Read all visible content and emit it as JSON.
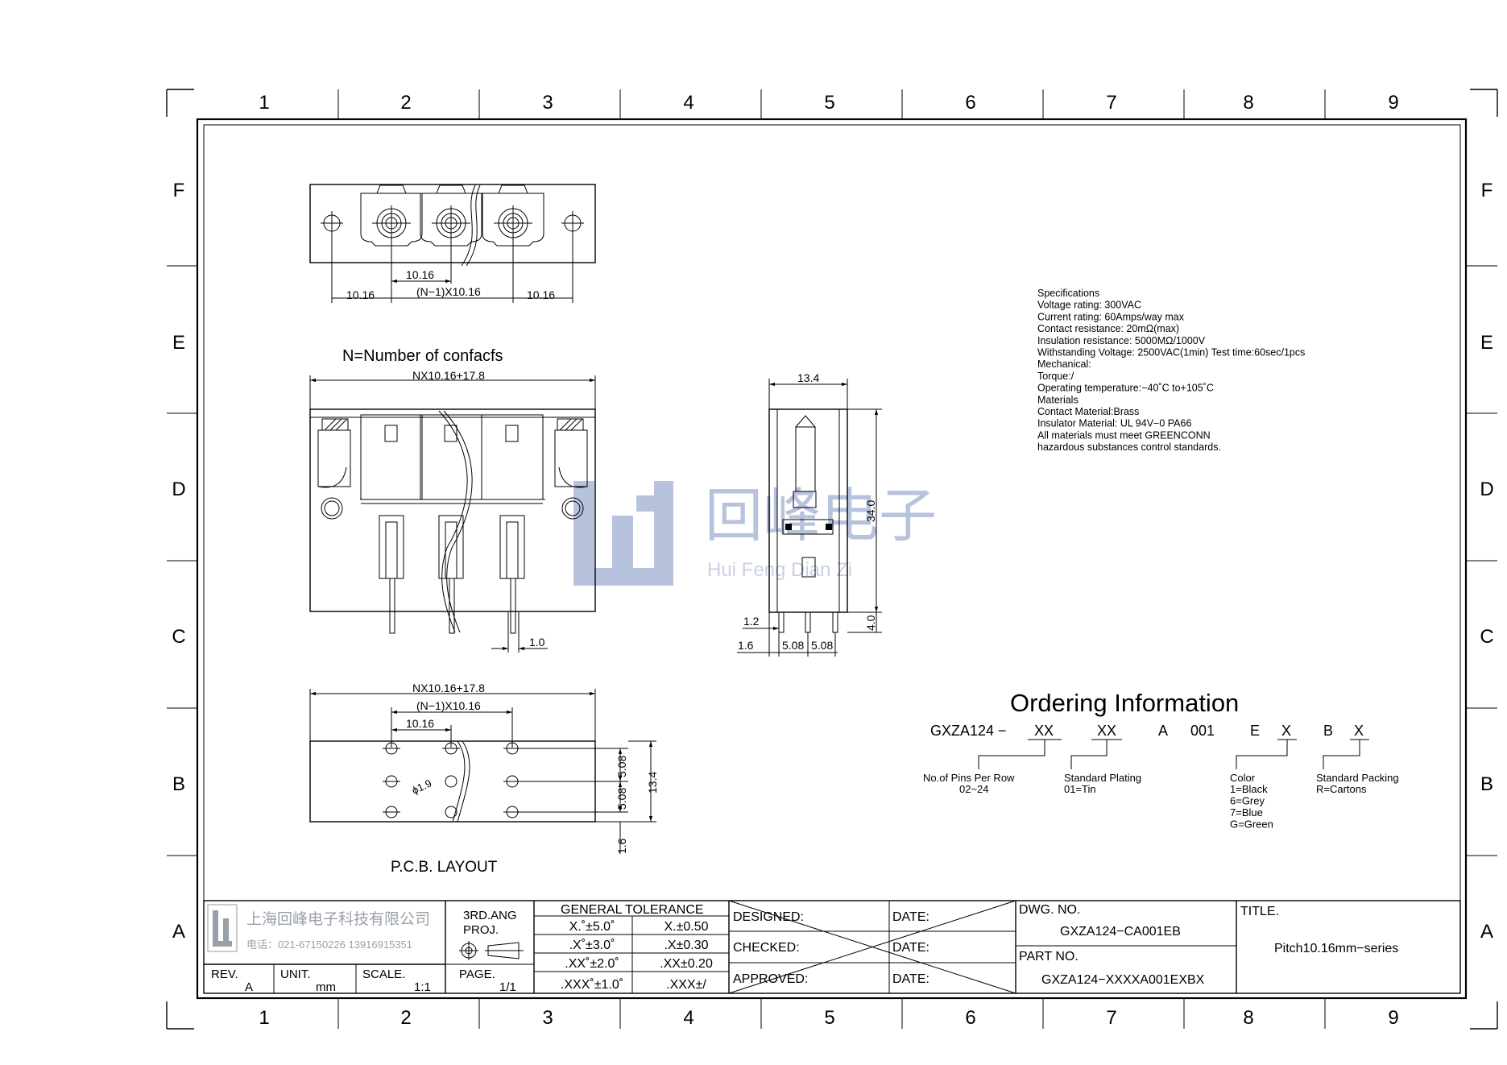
{
  "frame": {
    "columns": [
      "1",
      "2",
      "3",
      "4",
      "5",
      "6",
      "7",
      "8",
      "9"
    ],
    "rows": [
      "F",
      "E",
      "D",
      "C",
      "B",
      "A"
    ]
  },
  "top_view": {
    "dim_left": "10.16",
    "dim_pitch": "10.16",
    "dim_mid": "(N−1)X10.16",
    "dim_right": "10.16"
  },
  "note_n": "N=Number  of  confacfs",
  "front_view": {
    "dim_width": "NX10.16+17.8",
    "dim_pin": "1.0"
  },
  "side_view": {
    "dim_depth": "13.4",
    "dim_height": "34.0",
    "dim_pin_len": "4.0",
    "dim_pin_w": "1.2",
    "dim_offset": "1.6",
    "dim_p1": "5.08",
    "dim_p2": "5.08"
  },
  "pcb_view": {
    "dim_width": "NX10.16+17.8",
    "dim_mid": "(N−1)X10.16",
    "dim_pitch": "10.16",
    "dim_hole": "ϕ1.9",
    "dim_r1": "5.08",
    "dim_r2": "5.08",
    "dim_depth": "13.4",
    "dim_offset": "1.6",
    "label": "P.C.B.  LAYOUT"
  },
  "watermark": {
    "cn": "回峰电子",
    "pinyin": "Hui Feng Dian Zi"
  },
  "specs": [
    "Specifications",
    "Voltage  rating:  300VAC",
    "Current  rating:  60Amps/way  max",
    "Contact  resistance:  20mΩ(max)",
    "Insulation  resistance:  5000MΩ/1000V",
    "Withstanding  Voltage:  2500VAC(1min)  Test  time:60sec/1pcs",
    "Mechanical:",
    "Torque:/",
    "Operating  temperature:−40˚C  to+105˚C",
    "Materials",
    "Contact  Material:Brass",
    "Insulator  Material:  UL  94V−0  PA66",
    "All  materials  must  meet  GREENCONN",
    "hazardous  substances  control  standards."
  ],
  "ordering": {
    "title": "Ordering  Information",
    "code": {
      "prefix": "GXZA124  −",
      "s1": "XX",
      "s2": "XX",
      "s3": "A",
      "s4": "001",
      "s5": "E",
      "s6": "X",
      "s7": "B",
      "s8": "X"
    },
    "pins_label": "No.of  Pins  Per  Row",
    "pins_value": "02~24",
    "plating_label": "Standard  Plating",
    "plating_value": "01=Tin",
    "color_label": "Color",
    "color_values": [
      "1=Black",
      "6=Grey",
      "7=Blue",
      "G=Green"
    ],
    "packing_label": "Standard  Packing",
    "packing_value": "R=Cartons"
  },
  "title_block": {
    "company_cn": "上海回峰电子科技有限公司",
    "phone": "电话：021-67150226  13916915351",
    "projection_line1": "3RD.ANG",
    "projection_line2": "PROJ.",
    "rev_label": "REV.",
    "rev_value": "A",
    "unit_label": "UNIT.",
    "unit_value": "mm",
    "scale_label": "SCALE.",
    "scale_value": "1:1",
    "page_label": "PAGE.",
    "page_value": "1/1",
    "tolerance_header": "GENERAL  TOLERANCE",
    "tolerance": [
      [
        "X.˚±5.0˚",
        "X.±0.50"
      ],
      [
        ".X˚±3.0˚",
        ".X±0.30"
      ],
      [
        ".XX˚±2.0˚",
        ".XX±0.20"
      ],
      [
        ".XXX˚±1.0˚",
        ".XXX±/"
      ]
    ],
    "designed": "DESIGNED:",
    "checked": "CHECKED:",
    "approved": "APPROVED:",
    "date": "DATE:",
    "dwg_label": "DWG.  NO.",
    "dwg_value": "GXZA124−CA001EB",
    "part_label": "PART  NO.",
    "part_value": "GXZA124−XXXXA001EXBX",
    "title_label": "TITLE.",
    "title_value": "Pitch10.16mm−series"
  }
}
